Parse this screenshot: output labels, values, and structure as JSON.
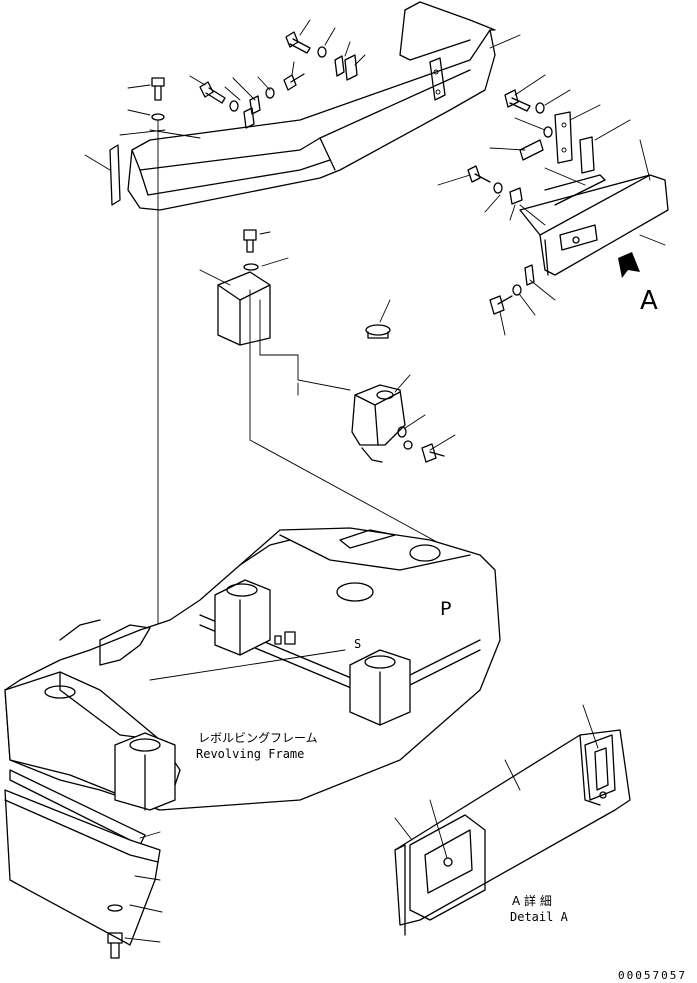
{
  "callouts": {
    "frame_jp": "レボルビングフレーム",
    "frame_en": "Revolving Frame",
    "view_arrow_label": "A",
    "detail_jp": "A 詳 細",
    "detail_en": "Detail A",
    "floor_mark": "P",
    "floor_mark_small": "S"
  },
  "footer": {
    "drawing_number": "00057057"
  }
}
